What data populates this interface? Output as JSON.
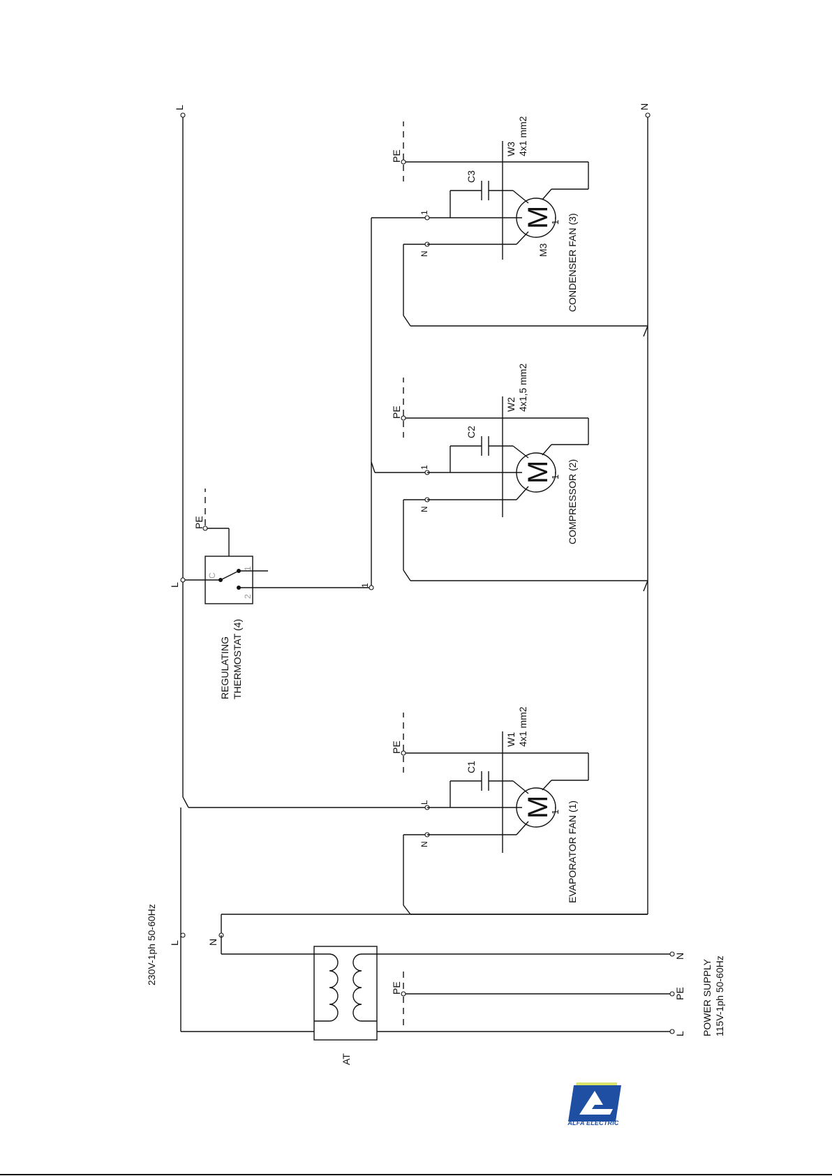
{
  "diagram": {
    "labels": {
      "top_L": "L",
      "top_N": "N",
      "left_supply": "230V-1ph 50-60Hz",
      "left_L": "L",
      "left_N": "N",
      "thermostat_L": "L",
      "node_1": "1",
      "transformer": "AT",
      "power_supply_title": "POWER SUPPLY",
      "power_supply_spec": "115V-1ph 50-60Hz",
      "supply_N": "N",
      "supply_PE": "PE",
      "supply_L": "L",
      "supply_PE_inner": "PE"
    },
    "thermostat": {
      "name_line1": "REGULATING",
      "name_line2": "THERMOSTAT (4)",
      "terminal_c": "C",
      "terminal_1": "1",
      "terminal_2": "2",
      "pe": "PE"
    },
    "motors": [
      {
        "motor_letter": "M",
        "phase": "1~",
        "name": "EVAPORATOR FAN (1)",
        "capacitor": "C1",
        "cable": "W1",
        "cable_spec": "4x1 mm2",
        "pe": "PE",
        "neutral": "N",
        "line": "L",
        "tag": ""
      },
      {
        "motor_letter": "M",
        "phase": "1~",
        "name": "COMPRESSOR (2)",
        "capacitor": "C2",
        "cable": "W2",
        "cable_spec": "4x1,5 mm2",
        "pe": "PE",
        "neutral": "N",
        "line": "1",
        "tag": ""
      },
      {
        "motor_letter": "M",
        "phase": "1~",
        "name": "CONDENSER FAN (3)",
        "capacitor": "C3",
        "cable": "W3",
        "cable_spec": "4x1 mm2",
        "pe": "PE",
        "neutral": "N",
        "line": "1",
        "tag": "M3"
      }
    ]
  },
  "brand": {
    "name": "ALFA ELECTRIC",
    "logo_icon": "alfa-electric-logo-icon",
    "colors": {
      "blue": "#1f4fa3",
      "yellow": "#d8e36a"
    }
  }
}
